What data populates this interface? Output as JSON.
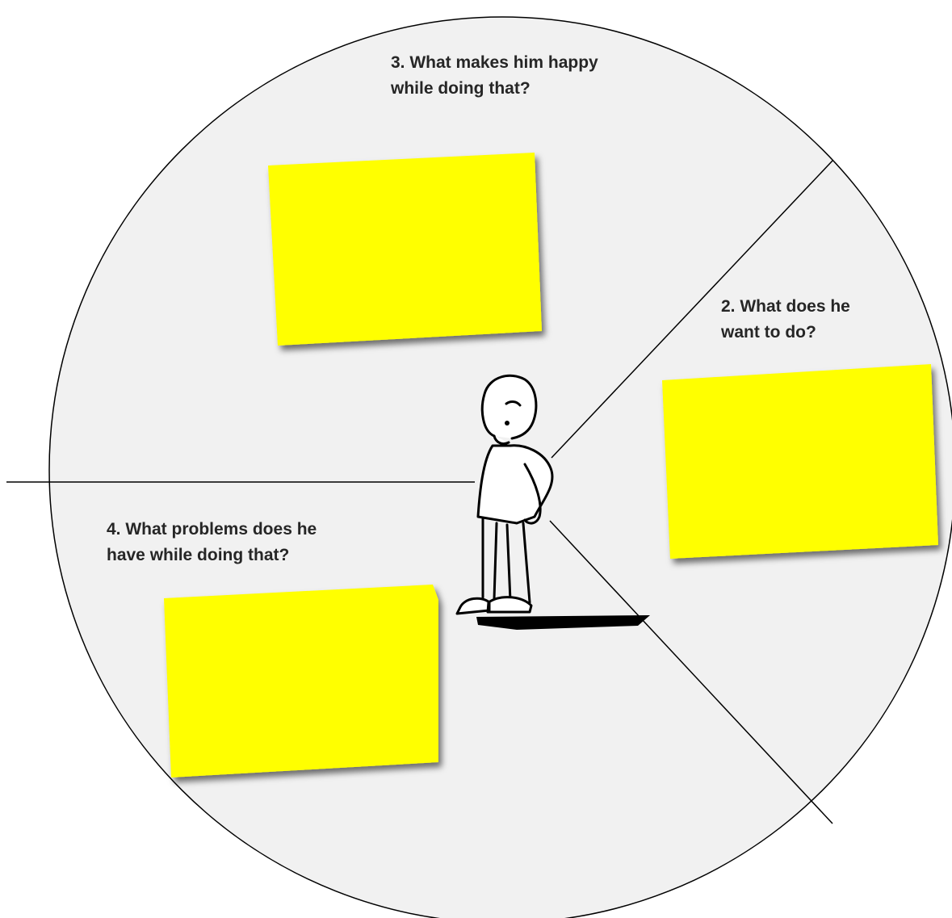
{
  "diagram": {
    "colors": {
      "circle_fill": "#f1f1f1",
      "circle_stroke": "#000000",
      "sticky_note": "#ffff00",
      "text": "#262626"
    },
    "figure": {
      "icon": "standing-person-icon"
    },
    "sections": [
      {
        "id": "q2",
        "number": 2,
        "text": "2. What does he\nwant to do?"
      },
      {
        "id": "q3",
        "number": 3,
        "text": "3. What makes him happy\nwhile doing that?"
      },
      {
        "id": "q4",
        "number": 4,
        "text": "4. What problems does he\nhave while doing that?"
      }
    ]
  }
}
